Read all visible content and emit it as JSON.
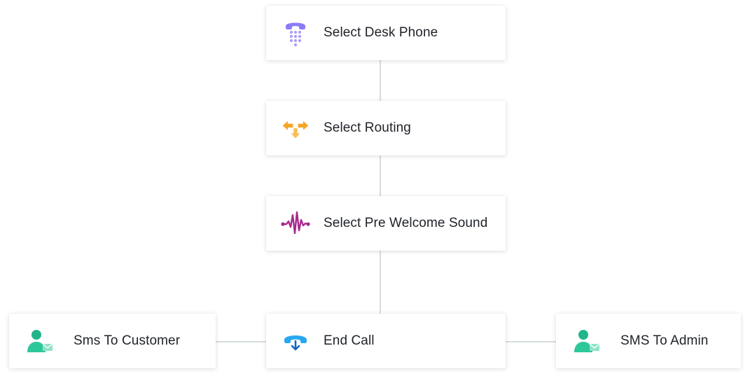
{
  "flow": {
    "nodes": [
      {
        "id": "desk-phone",
        "label": "Select Desk Phone",
        "icon": "desk-phone-icon",
        "color": "#8b7cf6"
      },
      {
        "id": "routing",
        "label": "Select Routing",
        "icon": "routing-arrows-icon",
        "color": "#f5a623"
      },
      {
        "id": "pre-welcome-sound",
        "label": "Select Pre Welcome Sound",
        "icon": "sound-wave-icon",
        "color": "#a7298d"
      },
      {
        "id": "end-call",
        "label": "End Call",
        "icon": "end-call-icon",
        "color": "#2196f3"
      },
      {
        "id": "sms-customer",
        "label": "Sms To Customer",
        "icon": "user-message-icon",
        "color": "#2ec79a"
      },
      {
        "id": "sms-admin",
        "label": "SMS To Admin",
        "icon": "user-message-icon",
        "color": "#2ec79a"
      }
    ]
  },
  "colors": {
    "connector": "#d5dddf",
    "text": "#1e2228"
  }
}
